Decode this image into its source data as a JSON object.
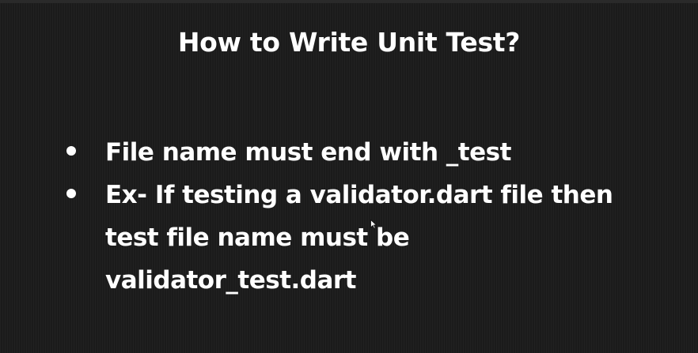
{
  "slide": {
    "title": "How to Write Unit Test?",
    "bullets": [
      {
        "lines": [
          "File name must end with _test"
        ]
      },
      {
        "lines": [
          "Ex- If testing a validator.dart file then",
          "test file name must be",
          "validator_test.dart"
        ]
      }
    ]
  },
  "colors": {
    "background": "#1b1b1b",
    "text": "#ffffff"
  },
  "icons": {
    "cursor": "mouse-pointer-icon"
  }
}
